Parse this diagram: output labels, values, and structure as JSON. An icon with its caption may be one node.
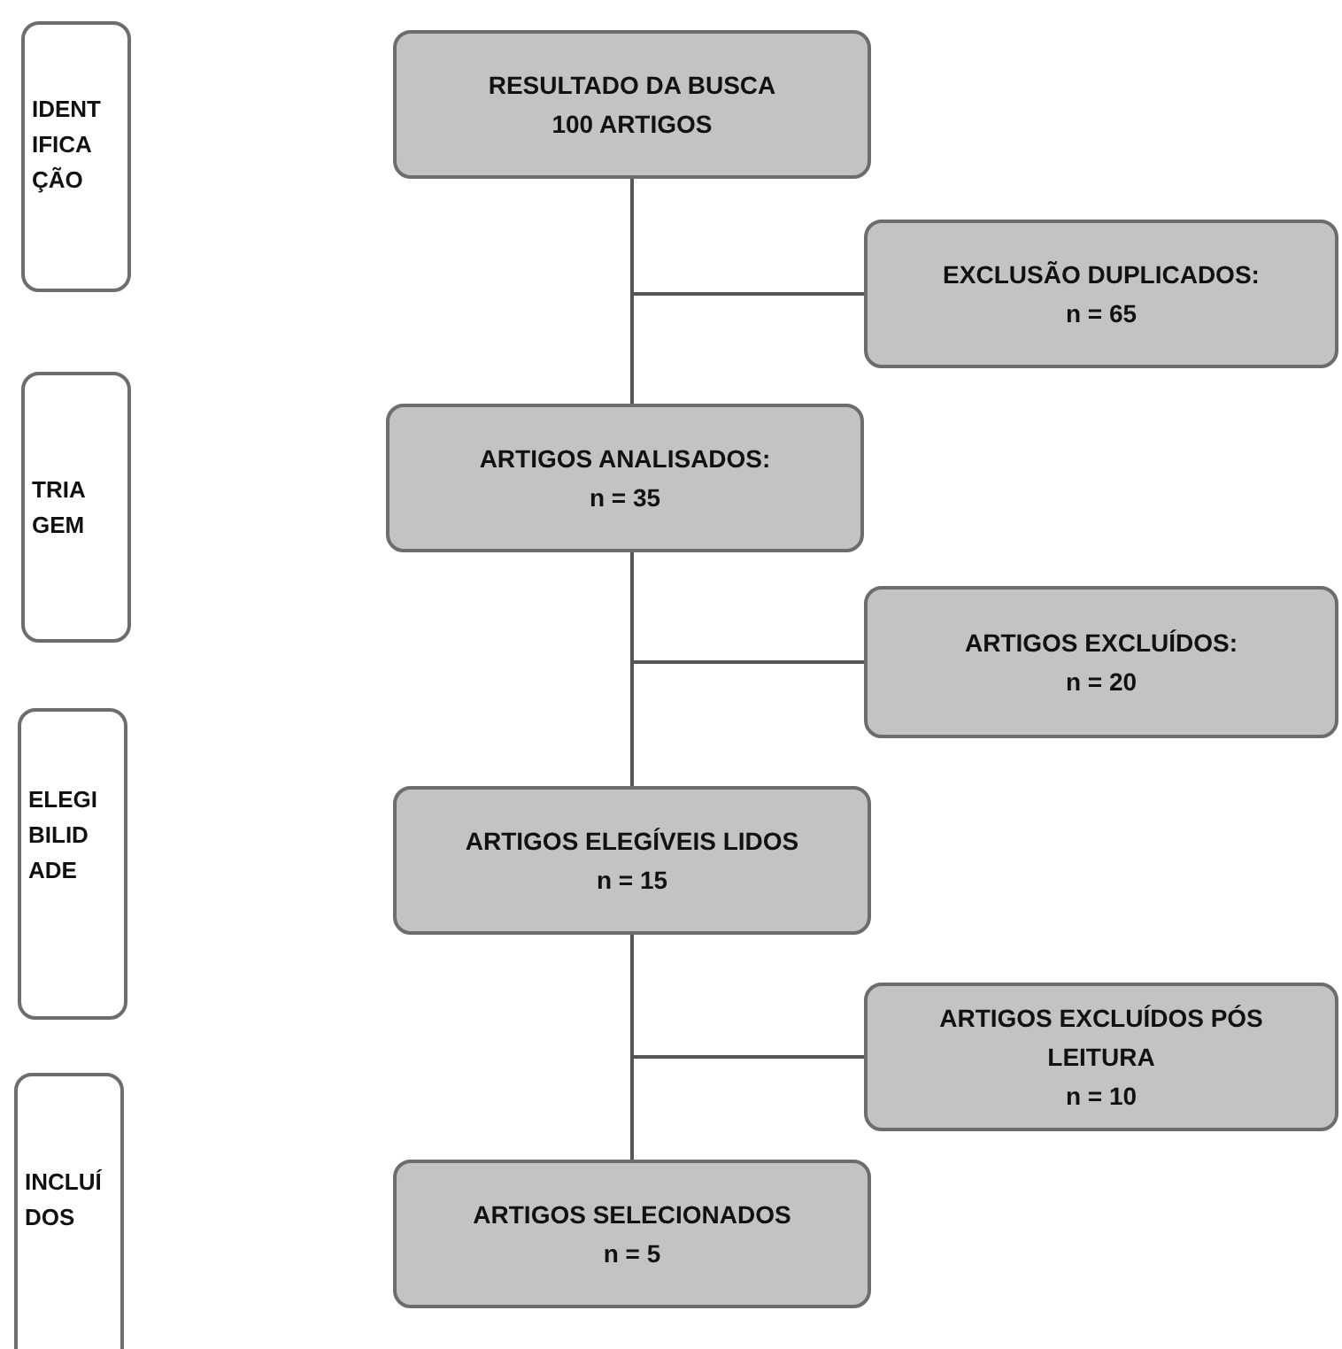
{
  "diagram": {
    "nodes": [
      {
        "text": [
          "IDENT IFICA ÇÃO"
        ]
      },
      {
        "text": [
          "TRIA GEM"
        ]
      },
      {
        "text": [
          "ELEGI BILID ADE"
        ]
      },
      {
        "text": [
          "INCLUÍ DOS"
        ]
      },
      {
        "text": [
          "RESULTADO DA BUSCA",
          "100 ARTIGOS"
        ]
      },
      {
        "text": [
          "EXCLUSÃO DUPLICADOS:",
          "n = 65"
        ]
      },
      {
        "text": [
          "ARTIGOS ANALISADOS:",
          "n = 35"
        ]
      },
      {
        "text": [
          "ARTIGOS EXCLUÍDOS:",
          "n = 20"
        ]
      },
      {
        "text": [
          "ARTIGOS ELEGÍVEIS LIDOS",
          "n = 15"
        ]
      },
      {
        "text": [
          "ARTIGOS EXCLUÍDOS PÓS LEITURA",
          "n = 10"
        ]
      },
      {
        "text": [
          "ARTIGOS SELECIONADOS",
          "n = 5"
        ]
      }
    ],
    "edges": [
      {
        "from": 4,
        "to": 6,
        "arrow": "none"
      },
      {
        "from": 4,
        "to": 5,
        "arrow": "none"
      },
      {
        "from": 6,
        "to": 8,
        "arrow": "none"
      },
      {
        "from": 6,
        "to": 7,
        "arrow": "none"
      },
      {
        "from": 8,
        "to": 10,
        "arrow": "none"
      },
      {
        "from": 8,
        "to": 9,
        "arrow": "none"
      }
    ]
  }
}
